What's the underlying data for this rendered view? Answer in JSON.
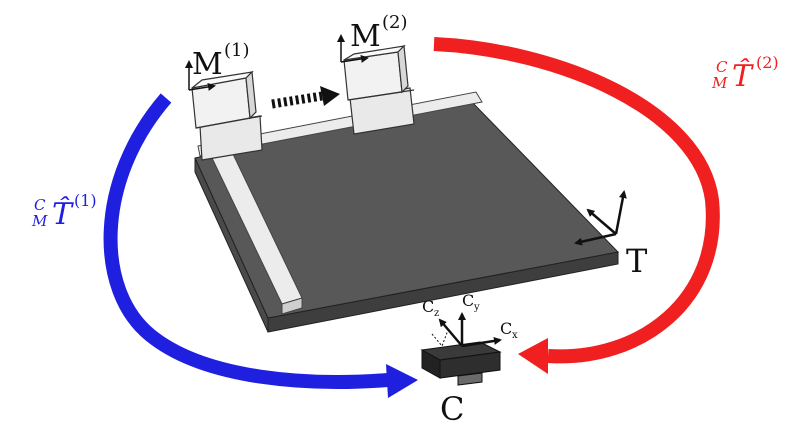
{
  "labels": {
    "marker1": {
      "base": "M",
      "sup": "(1)"
    },
    "marker2": {
      "base": "M",
      "sup": "(2)"
    },
    "target": "T",
    "camera": "C",
    "camera_axes": {
      "z": "C",
      "z_sub": "z",
      "y": "C",
      "y_sub": "y",
      "x": "C",
      "x_sub": "x"
    },
    "transform1": {
      "pre_sup": "C",
      "pre_sub": "M",
      "base": "T̂",
      "sup": "(1)"
    },
    "transform2": {
      "pre_sup": "C",
      "pre_sub": "M",
      "base": "T̂",
      "sup": "(2)"
    }
  },
  "colors": {
    "blue_arrow": "#1f1fe0",
    "red_arrow": "#f02020",
    "plate_top": "#585858",
    "plate_side": "#3e3e3e",
    "rail": "#ececec",
    "text": "#111111"
  }
}
